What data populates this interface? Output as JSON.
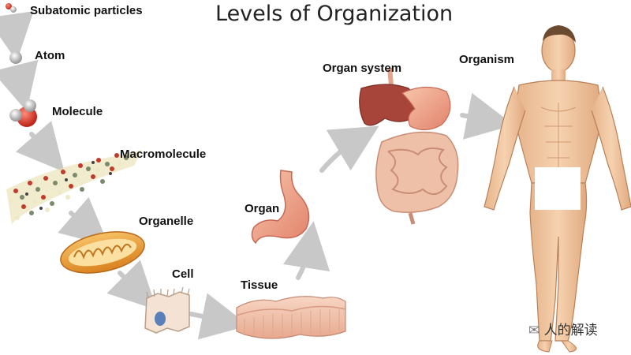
{
  "title": "Levels of Organization",
  "levels": [
    {
      "label": "Subatomic particles"
    },
    {
      "label": "Atom"
    },
    {
      "label": "Molecule"
    },
    {
      "label": "Macromolecule"
    },
    {
      "label": "Organelle"
    },
    {
      "label": "Cell"
    },
    {
      "label": "Tissue"
    },
    {
      "label": "Organ"
    },
    {
      "label": "Organ system"
    },
    {
      "label": "Organism"
    }
  ],
  "watermark": "人的解读",
  "colors": {
    "arrow": "#c8c8c8",
    "skin": "#f2c9a3",
    "stomach": "#f1a889",
    "liver": "#a8453a",
    "intestine": "#e9b49b",
    "mitochondria": "#e8a23a"
  }
}
